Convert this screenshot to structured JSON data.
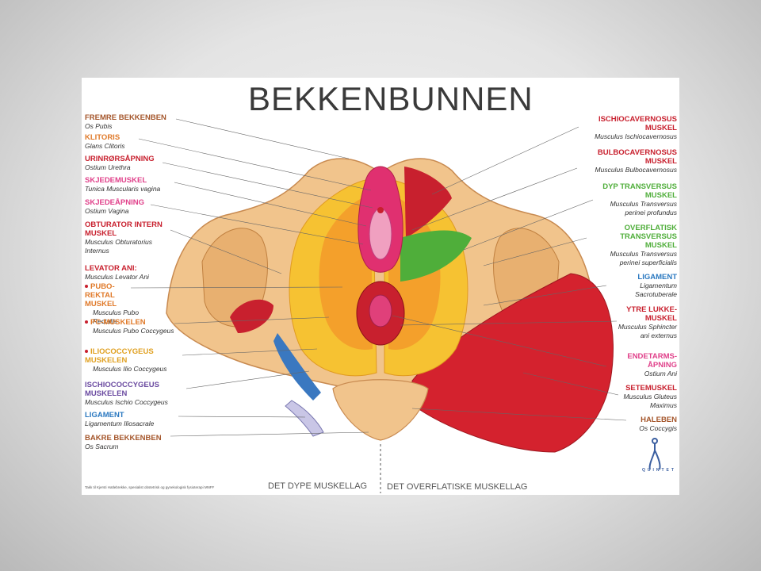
{
  "title": "BEKKENBUNNEN",
  "left_labels": [
    {
      "head": "FREMRE BEKKENBEN",
      "sub": "Os Pubis",
      "color": "#a4552a"
    },
    {
      "head": "KLITORIS",
      "sub": "Glans Clitoris",
      "color": "#e07a2a"
    },
    {
      "head": "URINRØRSÅPNING",
      "sub": "Ostium Urethra",
      "color": "#c8202e"
    },
    {
      "head": "SKJEDEMUSKEL",
      "sub": "Tunica Muscularis vagina",
      "color": "#e0408a"
    },
    {
      "head": "SKJEDEÅPNING",
      "sub": "Ostium Vagina",
      "color": "#e0408a"
    },
    {
      "head": "OBTURATOR INTERN MUSKEL",
      "sub": "Musculus Obturatorius Internus",
      "color": "#c8202e"
    },
    {
      "head": "LEVATOR ANI:",
      "sub": "Musculus Levator Ani",
      "color": "#c8202e"
    },
    {
      "head": "PUBO-REKTAL MUSKEL",
      "sub": "Musculus Pubo Rectalis",
      "color": "#e07a2a"
    },
    {
      "head": "PC-MUSKELEN",
      "sub": "Musculus Pubo Coccygeus",
      "color": "#e07a2a"
    },
    {
      "head": "ILIOCOCCYGEUS MUSKELEN",
      "sub": "Musculus Ilio Coccygeus",
      "color": "#e0a020"
    },
    {
      "head": "ISCHIOCOCCYGEUS MUSKELEN",
      "sub": "Musculus Ischio Coccygeus",
      "color": "#6a4aa0"
    },
    {
      "head": "LIGAMENT",
      "sub": "Ligamentum Iliosacrale",
      "color": "#2a78c0"
    },
    {
      "head": "BAKRE BEKKENBEN",
      "sub": "Os Sacrum",
      "color": "#a4552a"
    }
  ],
  "right_labels": [
    {
      "head": "ISCHIOCAVERNOSUS MUSKEL",
      "sub": "Musculus Ischiocavernosus",
      "color": "#c8202e"
    },
    {
      "head": "BULBOCAVERNOSUS MUSKEL",
      "sub": "Musculus Bulbocavernosus",
      "color": "#c8202e"
    },
    {
      "head": "DYP TRANSVERSUS MUSKEL",
      "sub": "Musculus Transversus perinei profundus",
      "color": "#4fae3a"
    },
    {
      "head": "OVERFLATISK TRANSVERSUS MUSKEL",
      "sub": "Musculus Transversus perinei superficialis",
      "color": "#4fae3a"
    },
    {
      "head": "LIGAMENT",
      "sub": "Ligamentum Sacrotuberale",
      "color": "#2a78c0"
    },
    {
      "head": "YTRE LUKKE-MUSKEL",
      "sub": "Musculus Sphincter ani externus",
      "color": "#c8202e"
    },
    {
      "head": "ENDETARMS-ÅPNING",
      "sub": "Ostium Ani",
      "color": "#e0408a"
    },
    {
      "head": "SETEMUSKEL",
      "sub": "Musculus Gluteus Maximus",
      "color": "#c8202e"
    },
    {
      "head": "HALEBEN",
      "sub": "Os Coccygis",
      "color": "#a4552a"
    }
  ],
  "credit": "Takk til Kjersti Hatlebrekke, spesialist obstetrisk og gynekologisk fysioterapi MNFF",
  "layer_left": "DET DYPE MUSKELLAG",
  "layer_right": "DET OVERFLATISKE MUSKELLAG",
  "logo": "QUINTET"
}
